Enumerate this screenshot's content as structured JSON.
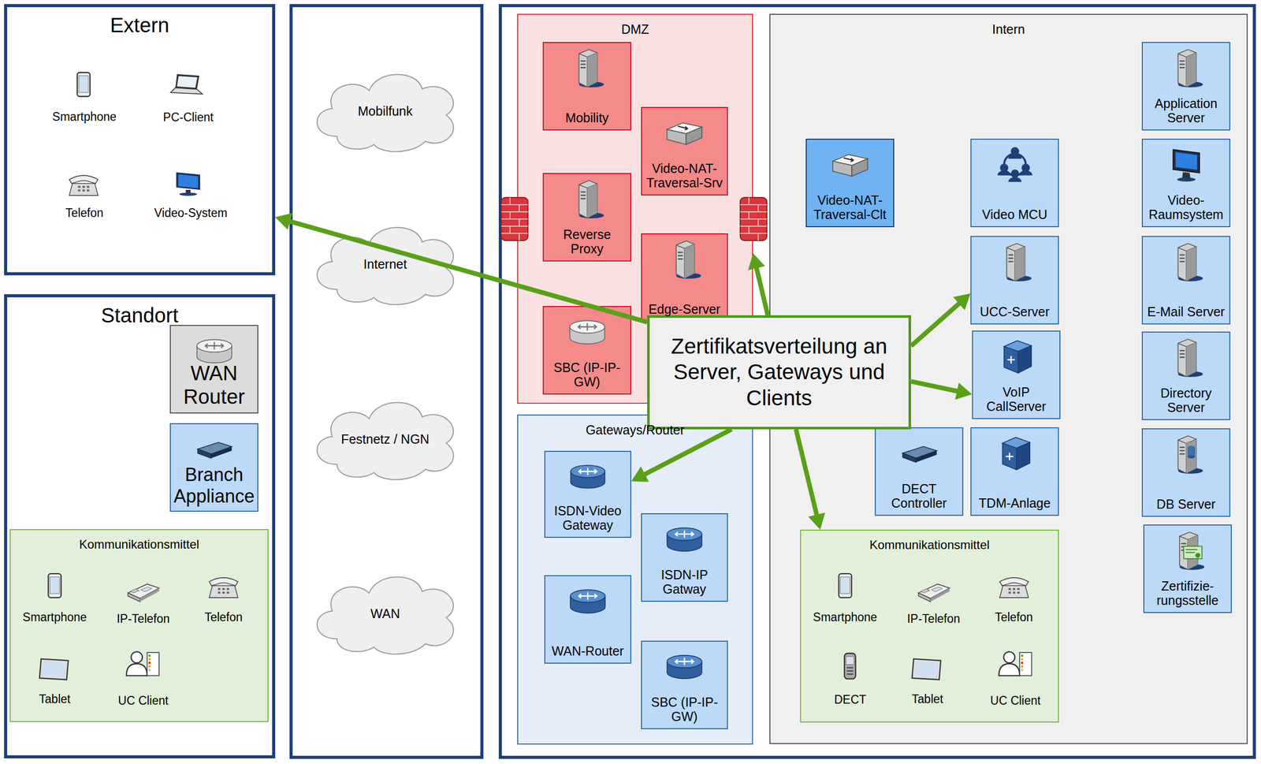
{
  "diagram": {
    "nodes": [
      {
        "text": [
          "Extern"
        ]
      },
      {
        "text": [
          "Standort"
        ]
      },
      {
        "text": [
          "WAN Router"
        ],
        "in": 1
      },
      {
        "text": [
          "Branch Appliance"
        ],
        "in": 1
      },
      {
        "text": [
          "Kommunikationsmittel"
        ],
        "in": 1
      },
      {
        "text": [
          "Mobilfunk"
        ]
      },
      {
        "text": [
          "Internet"
        ]
      },
      {
        "text": [
          "Festnetz / NGN"
        ]
      },
      {
        "text": [
          "WAN"
        ]
      },
      {
        "text": [
          "DMZ"
        ]
      },
      {
        "text": [
          "Mobility"
        ],
        "in": 9
      },
      {
        "text": [
          "Video-NAT-Traversal-Srv"
        ],
        "in": 9
      },
      {
        "text": [
          "Reverse Proxy"
        ],
        "in": 9
      },
      {
        "text": [
          "Edge-Server"
        ],
        "in": 9
      },
      {
        "text": [
          "SBC (IP-IP-GW)"
        ],
        "in": 9
      },
      {
        "text": [
          "Gateways/Router"
        ]
      },
      {
        "text": [
          "ISDN-Video Gateway"
        ],
        "in": 15
      },
      {
        "text": [
          "ISDN-IP Gatway"
        ],
        "in": 15
      },
      {
        "text": [
          "WAN-Router"
        ],
        "in": 15
      },
      {
        "text": [
          "SBC (IP-IP-GW)"
        ],
        "in": 15
      },
      {
        "text": [
          "Intern"
        ]
      },
      {
        "text": [
          "Video-NAT-Traversal-Clt"
        ],
        "in": 20
      },
      {
        "text": [
          "Video MCU"
        ],
        "in": 20
      },
      {
        "text": [
          "UCC-Server"
        ],
        "in": 20
      },
      {
        "text": [
          "VoIP CallServer"
        ],
        "in": 20
      },
      {
        "text": [
          "DECT Controller"
        ],
        "in": 20
      },
      {
        "text": [
          "TDM-Anlage"
        ],
        "in": 20
      },
      {
        "text": [
          "Kommunikationsmittel"
        ],
        "in": 20
      },
      {
        "text": [
          "Application Server"
        ],
        "in": 20
      },
      {
        "text": [
          "Video-Raumsystem"
        ],
        "in": 20
      },
      {
        "text": [
          "E-Mail Server"
        ],
        "in": 20
      },
      {
        "text": [
          "Directory Server"
        ],
        "in": 20
      },
      {
        "text": [
          "DB Server"
        ],
        "in": 20
      },
      {
        "text": [
          "Zertifizie-rungsstelle"
        ],
        "in": 20
      },
      {
        "text": [
          "Zertifikatsverteilung an Server, Gateways und Clients"
        ]
      }
    ],
    "edges": [
      {
        "from": 34,
        "to": 0,
        "arrow": "to"
      },
      {
        "from": 34,
        "to": 9,
        "arrow": "to"
      },
      {
        "from": 34,
        "to": 23,
        "arrow": "to"
      },
      {
        "from": 34,
        "to": 24,
        "arrow": "to"
      },
      {
        "from": 34,
        "to": 16,
        "arrow": "to"
      },
      {
        "from": 34,
        "to": 27,
        "arrow": "to"
      }
    ],
    "labels": [
      "Smartphone",
      "PC-Client",
      "Telefon",
      "Video-System",
      "Smartphone",
      "IP-Telefon",
      "Telefon",
      "Tablet",
      "UC Client",
      "Smartphone",
      "IP-Telefon",
      "Telefon",
      "DECT",
      "Tablet",
      "UC Client"
    ]
  }
}
